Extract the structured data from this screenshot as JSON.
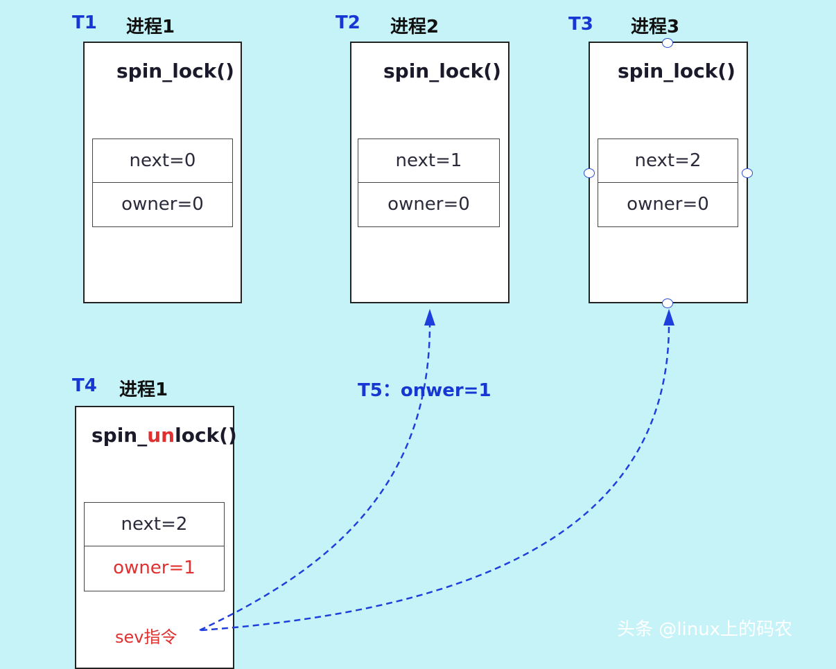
{
  "processes": [
    {
      "time": "T1",
      "name": "进程1",
      "func": "spin_lock()",
      "next": "next=0",
      "owner": "owner=0"
    },
    {
      "time": "T2",
      "name": "进程2",
      "func": "spin_lock()",
      "next": "next=1",
      "owner": "owner=0"
    },
    {
      "time": "T3",
      "name": "进程3",
      "func": "spin_lock()",
      "next": "next=2",
      "owner": "owner=0"
    }
  ],
  "unlock_process": {
    "time": "T4",
    "name": "进程1",
    "func_prefix": "spin_",
    "func_highlight": "un",
    "func_suffix": "lock()",
    "next": "next=2",
    "owner": "owner=1",
    "instruction": "sev指令"
  },
  "event_label": "T5：onwer=1",
  "watermark": "头条 @linux上的码农",
  "colors": {
    "background": "#c6f3f8",
    "label_blue": "#1737d2",
    "highlight_red": "#e03030",
    "arrow_blue": "#1f3fdc"
  }
}
